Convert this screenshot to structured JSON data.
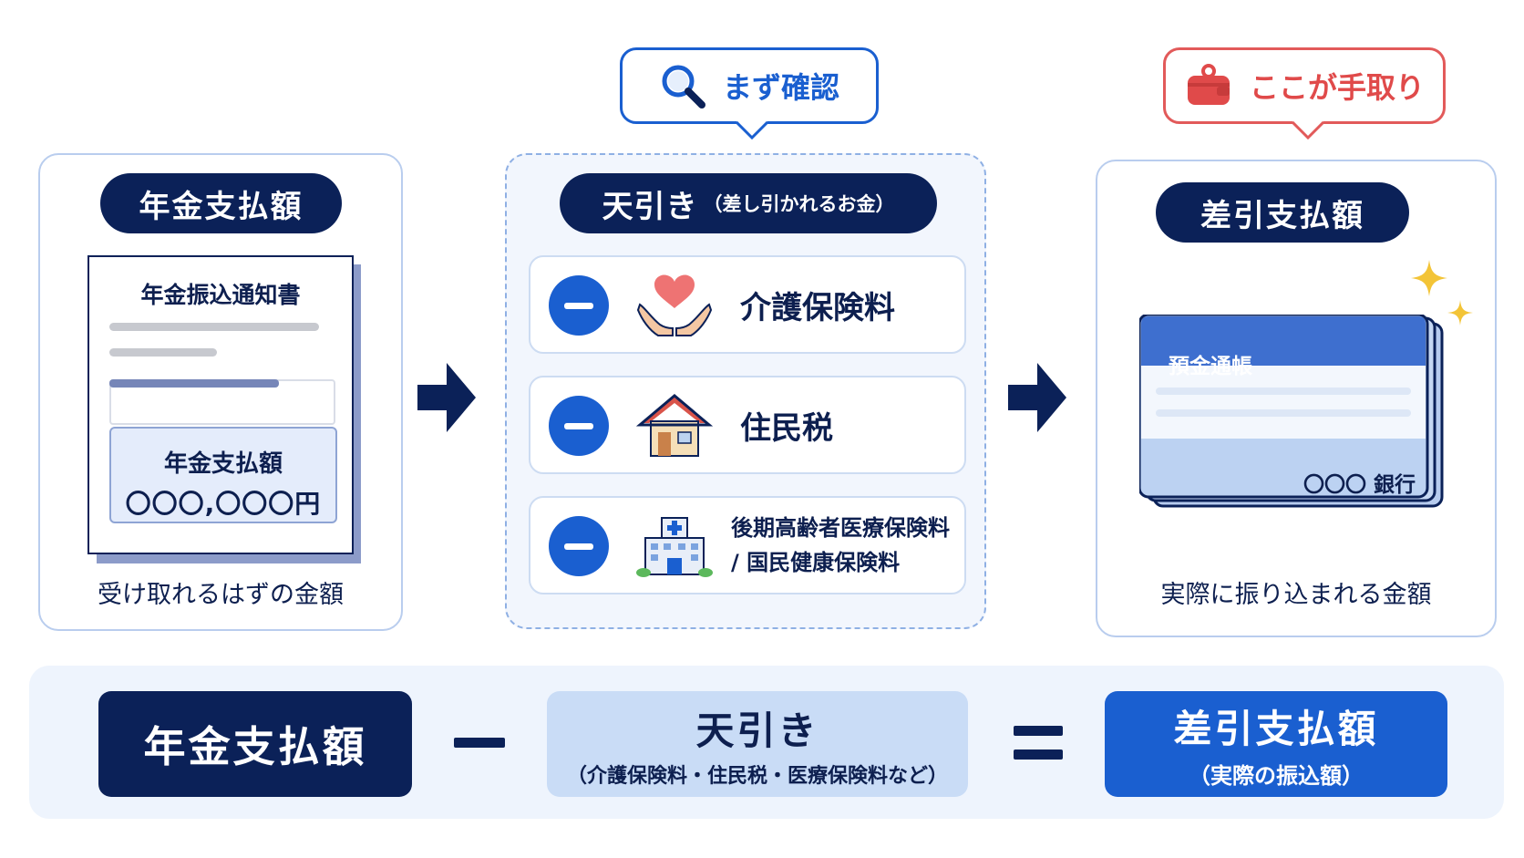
{
  "left": {
    "pill": "年金支払額",
    "doc_title": "年金振込通知書",
    "amount_label": "年金支払額",
    "amount_value": "〇〇〇,〇〇〇円",
    "caption": "受け取れるはずの金額"
  },
  "middle": {
    "callout": "まず確認",
    "pill_main": "天引き",
    "pill_sub": "（差し引かれるお金）",
    "items": [
      {
        "label": "介護保険料",
        "icon": "heart-hands-icon"
      },
      {
        "label": "住民税",
        "icon": "house-icon"
      },
      {
        "label_line1": "後期高齢者医療保険料",
        "label_line2": "/ 国民健康保険料",
        "icon": "hospital-icon"
      }
    ]
  },
  "right": {
    "callout": "ここが手取り",
    "pill": "差引支払額",
    "passbook_title": "預金通帳",
    "bank": "〇〇〇 銀行",
    "caption": "実際に振り込まれる金額"
  },
  "formula": {
    "pension": "年金支払額",
    "deduction_main": "天引き",
    "deduction_sub": "（介護保険料・住民税・医療保険料など）",
    "net_main": "差引支払額",
    "net_sub": "（実際の振込額）"
  },
  "colors": {
    "navy": "#0b2158",
    "blue": "#1a5fd0",
    "light_blue": "#c9dcf6",
    "red": "#e04a4a",
    "gold": "#f3c437"
  }
}
